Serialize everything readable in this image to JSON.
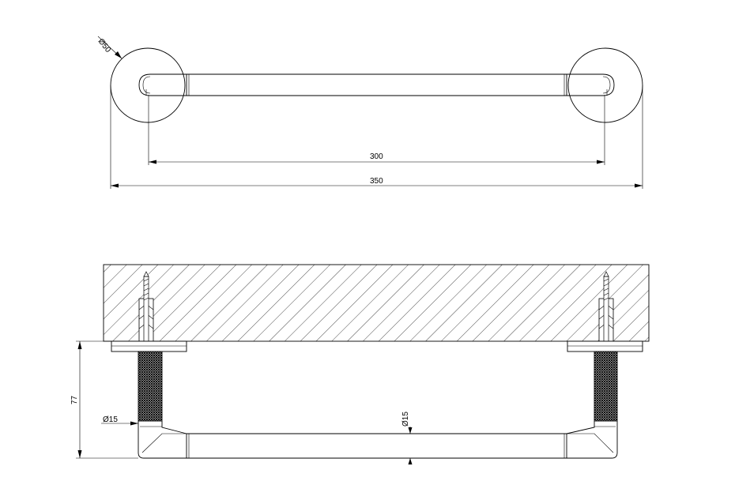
{
  "top_view": {
    "diameter_label": "Ø50",
    "inner_length_label": "300",
    "overall_length_label": "350"
  },
  "side_view": {
    "projection_label": "77",
    "post_diameter_label": "Ø15",
    "bar_diameter_label": "Ø15"
  }
}
